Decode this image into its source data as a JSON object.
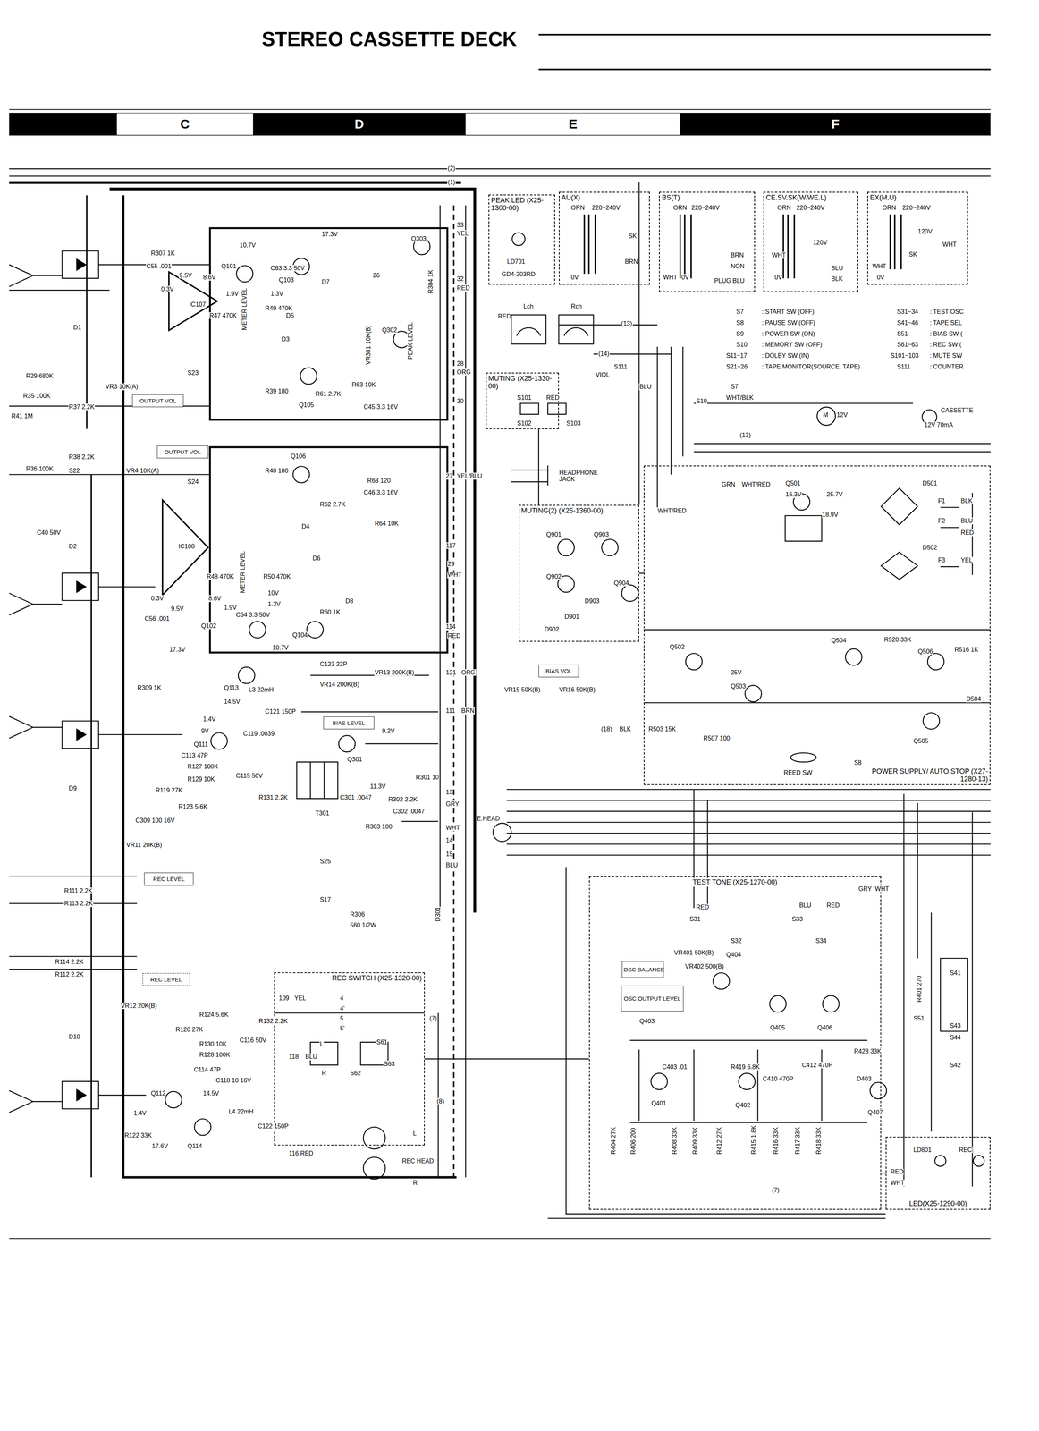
{
  "diagram": {
    "title": "STEREO CASSETTE DECK",
    "nodes": [
      {
        "text": [
          "C"
        ]
      },
      {
        "text": [
          "D"
        ]
      },
      {
        "text": [
          "E"
        ]
      },
      {
        "text": [
          "F"
        ]
      },
      {
        "text": [
          "PEAK LED (X25-1300-00)"
        ]
      },
      {
        "text": [
          "AU(X)"
        ]
      },
      {
        "text": [
          "BS(T)"
        ]
      },
      {
        "text": [
          "CE.SV.SK(W.WE.L)"
        ]
      },
      {
        "text": [
          "EX(M.U)"
        ]
      },
      {
        "text": [
          "MUTING (X25-1330-00)"
        ]
      },
      {
        "text": [
          "MUTING(2) (X25-1360-00)"
        ]
      },
      {
        "text": [
          "POWER SUPPLY/ AUTO STOP (X27-1280-13)"
        ]
      },
      {
        "text": [
          "TEST TONE (X25-1270-00)"
        ]
      },
      {
        "text": [
          "OSC BALANCE"
        ],
        "in": 12
      },
      {
        "text": [
          "OSC OUTPUT LEVEL"
        ],
        "in": 12
      },
      {
        "text": [
          "REC SWITCH (X25-1320-00)"
        ]
      },
      {
        "text": [
          "LED(X25-1290-00)"
        ]
      },
      {
        "text": [
          "OUTPUT VOL"
        ]
      },
      {
        "text": [
          "OUTPUT VOL"
        ]
      },
      {
        "text": [
          "BIAS VOL"
        ]
      },
      {
        "text": [
          "BIAS LEVEL"
        ]
      },
      {
        "text": [
          "REC LEVEL"
        ]
      },
      {
        "text": [
          "REC LEVEL"
        ]
      }
    ],
    "edges": [
      {
        "from": 9,
        "to": 10,
        "arrow": "none"
      },
      {
        "from": 10,
        "to": 11,
        "arrow": "none"
      },
      {
        "from": 15,
        "to": 12,
        "arrow": "none"
      },
      {
        "from": 12,
        "to": 16,
        "arrow": "none"
      }
    ],
    "labels": [
      "LD701",
      "GD4-203RD",
      "ORN",
      "220~240V",
      "SK",
      "BRN",
      "0V",
      "ORN",
      "220~240V",
      "WHT",
      "0V",
      "BRN",
      "NON",
      "PLUG",
      "BLU",
      "ORN",
      "220~240V",
      "120V",
      "WHT",
      "0V",
      "BLU",
      "BLK",
      "ORN",
      "220~240V",
      "120V",
      "WHT",
      "SK",
      "WHT",
      "0V",
      "S7",
      ": START SW (OFF)",
      "S8",
      ": PAUSE SW (OFF)",
      "S9",
      ": POWER SW (ON)",
      "S10",
      ": MEMORY SW (OFF)",
      "S11~17",
      ": DOLBY SW (IN)",
      "S21~26",
      ": TAPE MONITOR(SOURCE, TAPE)",
      "S31~34",
      ": TEST OSC",
      "S41~46",
      ": TAPE SEL",
      "S51",
      ": BIAS SW (",
      "S61~63",
      ": REC SW (",
      "S101~103",
      ": MUTE SW",
      "S111",
      ": COUNTER",
      "Lch",
      "Rch",
      "RED",
      "(13)",
      "(14)",
      "R307 1K",
      "C55 .001",
      "9.5V",
      "8.6V",
      "0.3V",
      "IC107",
      "Q101",
      "Q103",
      "10.7V",
      "1.9V",
      "1.3V",
      "R47 470K",
      "R49 470K",
      "C63 3.3 50V",
      "D5",
      "D3",
      "17.3V",
      "Q303",
      "D7",
      "26",
      "Q302",
      "R39 180",
      "Q105",
      "R63 10K",
      "R61 2.7K",
      "C45 3.3 16V",
      "S23",
      "VR3 10K(A)",
      "R35 100K",
      "R37 2.2K",
      "R41 1M",
      "D1",
      "R29 680K",
      "33",
      "YEL",
      "32",
      "RED",
      "28",
      "ORG",
      "30",
      "METER LEVEL",
      "PEAK LEVEL",
      "R304 1K",
      "VR301 10K(B)",
      "R38 2.2K",
      "S22",
      "R36 100K",
      "VR4 10K(A)",
      "S24",
      "R40 180",
      "Q106",
      "R68 120",
      "C46 3.3 16V",
      "R62 2.7K",
      "R64 10K",
      "D4",
      "D6",
      "R48 470K",
      "R50 470K",
      "IC108",
      "0.3V",
      "9.5V",
      "8.6V",
      "C56 .001",
      "1.9V",
      "10V",
      "1.3V",
      "Q102",
      "C64 3.3 50V",
      "D8",
      "R60 1K",
      "Q104",
      "10.7V",
      "17.3V",
      "D2",
      "C40 50V",
      "METER LEVEL",
      "27",
      "YEL/BLU",
      "HEADPHONE JACK",
      "117",
      "29",
      "WHT",
      "114",
      "RED",
      "121",
      "ORG",
      "111",
      "BRN",
      "S101",
      "RED",
      "S102",
      "S103",
      "S111",
      "VIOL",
      "BLU",
      "S10",
      "S7",
      "WHT/BLK",
      "M",
      "12V",
      "CASSETTE",
      "12V 70mA",
      "(13)",
      "Q901",
      "Q903",
      "Q902",
      "Q904",
      "D901",
      "D902",
      "D903",
      "GRN",
      "WHT/RED",
      "WHT/RED",
      "Q501",
      "16.3V",
      "25.7V",
      "18.9V",
      "D501",
      "D502",
      "F1",
      "F2",
      "F3",
      "BLK",
      "BLU",
      "RED",
      "YEL",
      "Q502",
      "Q503",
      "25V",
      "Q504",
      "Q506",
      "Q505",
      "D504",
      "R503 15K",
      "R507 100",
      "R520 33K",
      "R516 1K",
      "REED SW",
      "S8",
      "(18)",
      "BLK",
      "C123 22P",
      "VR13 200K(B)",
      "VR14 200K(B)",
      "9.2V",
      "Q301",
      "R301 10",
      "11.3V",
      "C301 .0047",
      "R302 2.2K",
      "C302 .0047",
      "R303 100",
      "T301",
      "VR15 50K(B)",
      "VR16 50K(B)",
      "E.HEAD",
      "13",
      "GRY",
      "WHT",
      "14",
      "15",
      "BLU",
      "S25",
      "S17",
      "R306",
      "560 1/2W",
      "D301",
      "R309 1K",
      "Q113",
      "14.5V",
      "L3 22mH",
      "C121 150P",
      "C119 .0039",
      "1.4V",
      "9V",
      "Q111",
      "C113 47P",
      "R127 100K",
      "R129 10K",
      "C115 50V",
      "R119 27K",
      "R123 5.6K",
      "R131 2.2K",
      "C309 100 16V",
      "VR11 20K(B)",
      "D9",
      "R111 2.2K",
      "R113 2.2K",
      "R114 2.2K",
      "R112 2.2K",
      "D10",
      "VR12 20K(B)",
      "R124 5.6K",
      "R120 27K",
      "R130 10K",
      "R128 100K",
      "C116 50V",
      "R132 2.2K",
      "C114 47P",
      "C118 10 16V",
      "Q112",
      "14.5V",
      "1.4V",
      "L4 22mH",
      "C122 150P",
      "R122 33K",
      "17.6V",
      "Q114",
      "109",
      "YEL",
      "4",
      "4'",
      "5",
      "5'",
      "L",
      "118",
      "BLU",
      "S61",
      "R",
      "S62",
      "S63",
      "116 RED",
      "REC HEAD",
      "L",
      "R",
      "(7)",
      "(8)",
      "RED",
      "S31",
      "S32",
      "BLU",
      "RED",
      "S33",
      "S34",
      "GRY",
      "WHT",
      "VR401 50K(B)",
      "VR402 500(B)",
      "Q404",
      "Q403",
      "Q405",
      "Q406",
      "R428 33K",
      "D403",
      "Q407",
      "Q401",
      "Q402",
      "R419 6.8K",
      "C410 470P",
      "C412 470P",
      "C403 .01",
      "(7)",
      "R404 27K",
      "R406 200",
      "R408 33K",
      "R409 33K",
      "R412 27K",
      "R415 1.8K",
      "R416 33K",
      "R417 33K",
      "R418 33K",
      "S41",
      "S51",
      "S43",
      "S44",
      "S42",
      "R401 270",
      "LD801",
      "REC",
      "RED",
      "WHT",
      "(2)",
      "(1)"
    ]
  }
}
